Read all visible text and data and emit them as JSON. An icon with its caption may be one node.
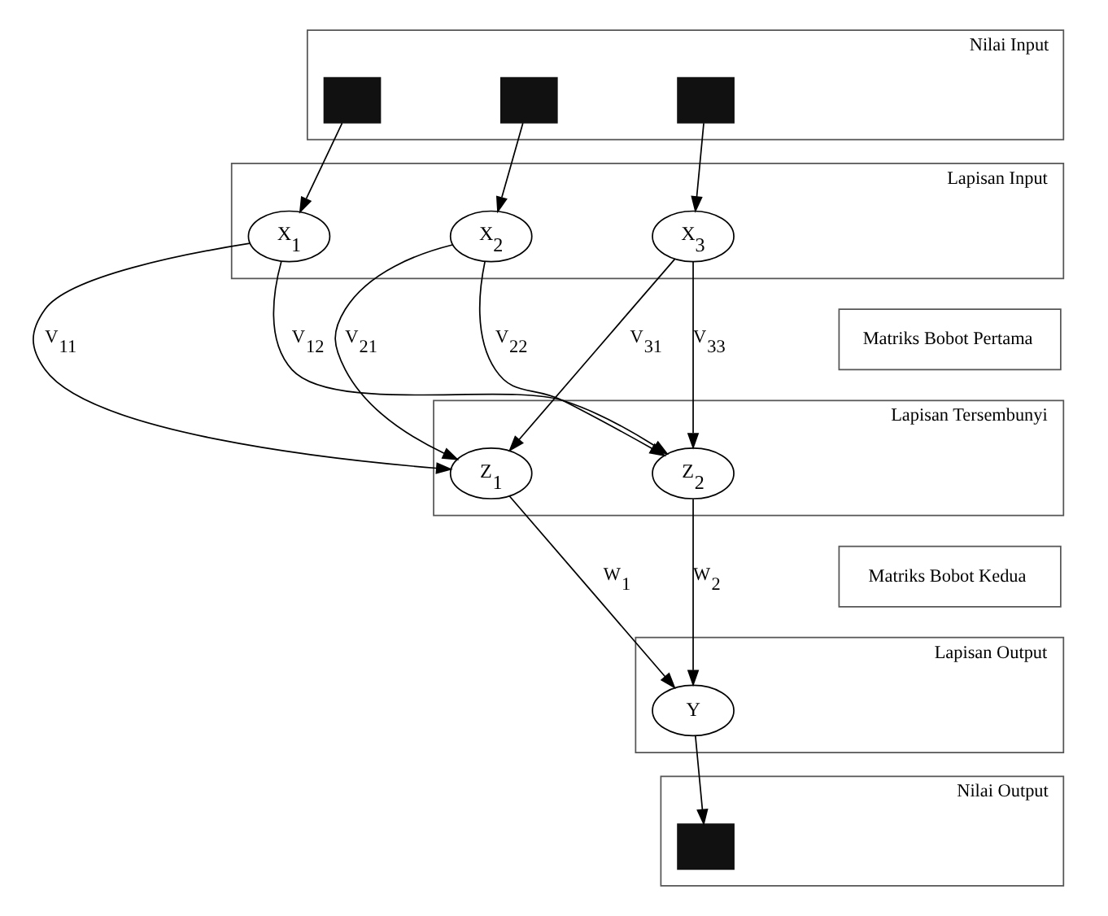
{
  "diagram": {
    "nodes": [
      {
        "text": [
          "Nilai Input"
        ]
      },
      {
        "text": [],
        "shape": "box",
        "in": 0
      },
      {
        "text": [],
        "shape": "box",
        "in": 0
      },
      {
        "text": [],
        "shape": "box",
        "in": 0
      },
      {
        "text": [
          "Lapisan Input"
        ]
      },
      {
        "text": [
          "X$_{1}$"
        ],
        "in": 4
      },
      {
        "text": [
          "X$_{2}$"
        ],
        "in": 4
      },
      {
        "text": [
          "X$_{3}$"
        ],
        "in": 4
      },
      {
        "text": [
          "Matriks Bobot Pertama"
        ]
      },
      {
        "text": [
          "Lapisan Tersembunyi"
        ]
      },
      {
        "text": [
          "Z$_{1}$"
        ],
        "in": 9
      },
      {
        "text": [
          "Z$_{2}$"
        ],
        "in": 9
      },
      {
        "text": [
          "Matriks Bobot Kedua"
        ]
      },
      {
        "text": [
          "Lapisan Output"
        ]
      },
      {
        "text": [
          "Y"
        ],
        "in": 13
      },
      {
        "text": [
          "Nilai Output"
        ]
      },
      {
        "text": [],
        "shape": "box",
        "in": 15
      }
    ],
    "edges": [
      {
        "from": 1,
        "to": 5,
        "arrow": "to"
      },
      {
        "from": 2,
        "to": 6,
        "arrow": "to"
      },
      {
        "from": 3,
        "to": 7,
        "arrow": "to"
      },
      {
        "from": 5,
        "to": 10,
        "arrow": "to",
        "label": "V$_{11}$"
      },
      {
        "from": 5,
        "to": 11,
        "arrow": "to",
        "label": "V$_{12}$"
      },
      {
        "from": 6,
        "to": 10,
        "arrow": "to",
        "label": "V$_{21}$"
      },
      {
        "from": 6,
        "to": 11,
        "arrow": "to",
        "label": "V$_{22}$"
      },
      {
        "from": 7,
        "to": 10,
        "arrow": "to",
        "label": "V$_{31}$"
      },
      {
        "from": 7,
        "to": 11,
        "arrow": "to",
        "label": "V$_{33}$"
      },
      {
        "from": 10,
        "to": 14,
        "arrow": "to",
        "label": "W$_{1}$"
      },
      {
        "from": 11,
        "to": 14,
        "arrow": "to",
        "label": "W$_{2}$"
      },
      {
        "from": 14,
        "to": 16,
        "arrow": "to"
      }
    ]
  }
}
